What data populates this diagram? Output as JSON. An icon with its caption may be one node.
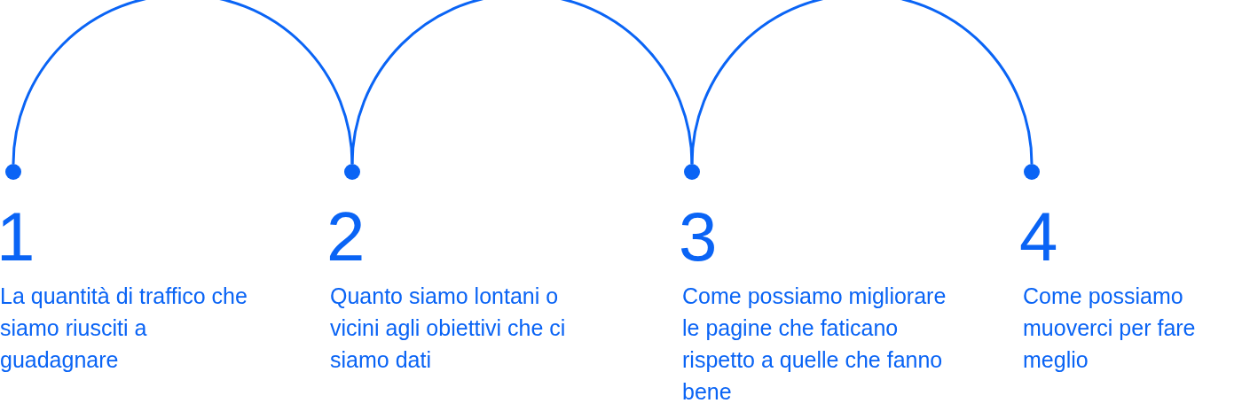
{
  "diagram": {
    "nodes": [
      {
        "text": [],
        "shape": "circle",
        "beside": [
          "1",
          "La quantità di traffico che siamo riusciti a guadagnare"
        ]
      },
      {
        "text": [],
        "shape": "circle",
        "beside": [
          "2",
          "Quanto siamo lontani o vicini agli obiettivi che ci siamo dati"
        ]
      },
      {
        "text": [],
        "shape": "circle",
        "beside": [
          "3",
          "Come possiamo migliorare le pagine che faticano rispetto a quelle che fanno bene"
        ]
      },
      {
        "text": [],
        "shape": "circle",
        "beside": [
          "4",
          "Come possiamo muoverci per fare meglio"
        ]
      }
    ],
    "edges": [
      {
        "from": 0,
        "to": 1,
        "arrow": "none"
      },
      {
        "from": 1,
        "to": 2,
        "arrow": "none"
      },
      {
        "from": 2,
        "to": 3,
        "arrow": "none"
      }
    ]
  }
}
